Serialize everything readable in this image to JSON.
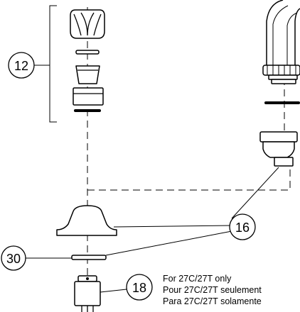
{
  "callouts": {
    "c12": "12",
    "c16": "16",
    "c30": "30",
    "c18": "18"
  },
  "note": {
    "line1": "For 27C/27T only",
    "line2": "Pour 27C/27T seulement",
    "line3": "Para 27C/27T solamente"
  }
}
